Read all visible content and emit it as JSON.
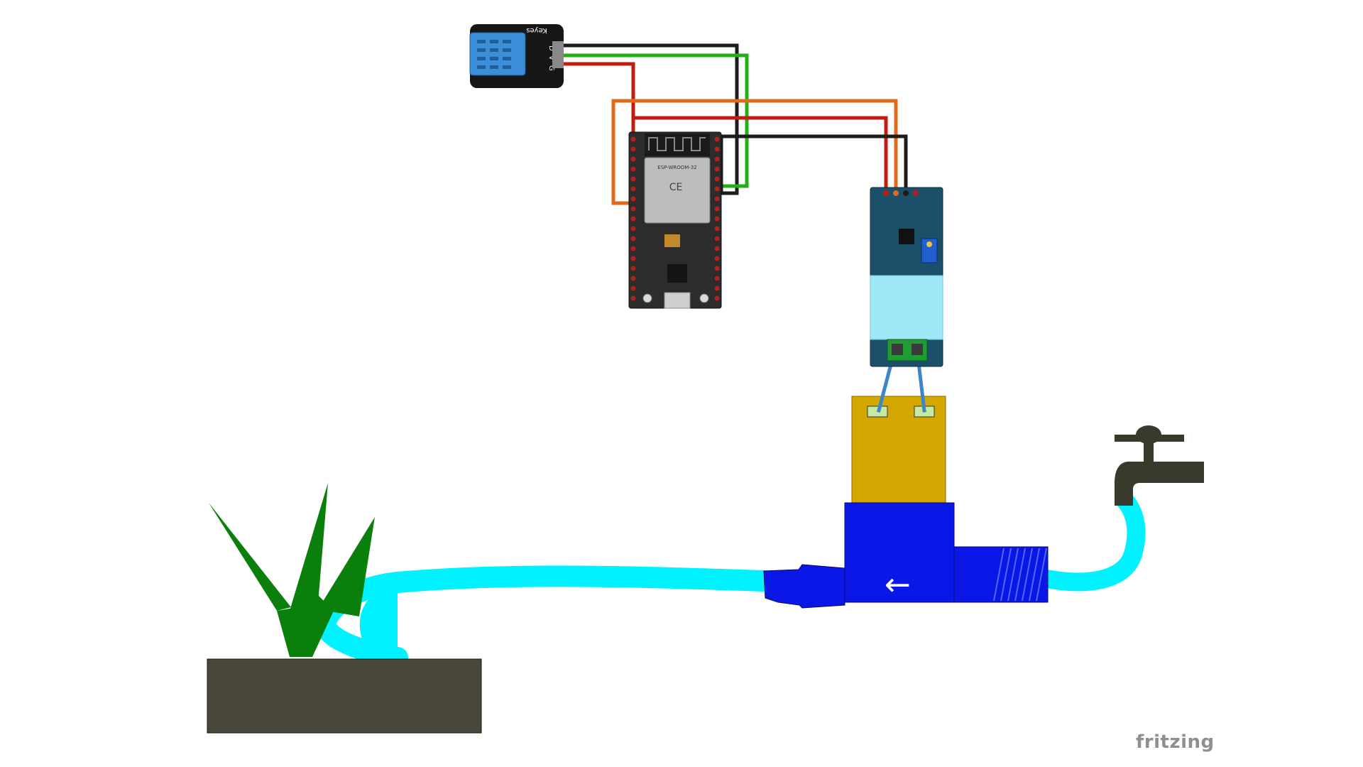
{
  "diagram": {
    "watermark": "fritzing",
    "dht_sensor": {
      "brand": "Keyes",
      "pin_labels": [
        "D",
        "V",
        "G"
      ]
    },
    "esp32": {
      "module_label": "ESP-WROOM-32",
      "cert_label": "CE"
    },
    "flow_meter": {
      "flow_arrow": "←"
    },
    "wire_colors": {
      "black": "#1c1c1c",
      "green": "#22b014",
      "red": "#c41b10",
      "orange": "#e06a1a",
      "blue": "#3c86c6"
    },
    "component_colors": {
      "water": "#00f2ff",
      "valve_body": "#0b17e6",
      "solenoid": "#d3a700",
      "plant": "#0b7f0b",
      "soil": "#49463a",
      "tap": "#3a3a2c",
      "relay_board": "#1c4f6a",
      "relay_coil": "#9ee8f8"
    }
  }
}
